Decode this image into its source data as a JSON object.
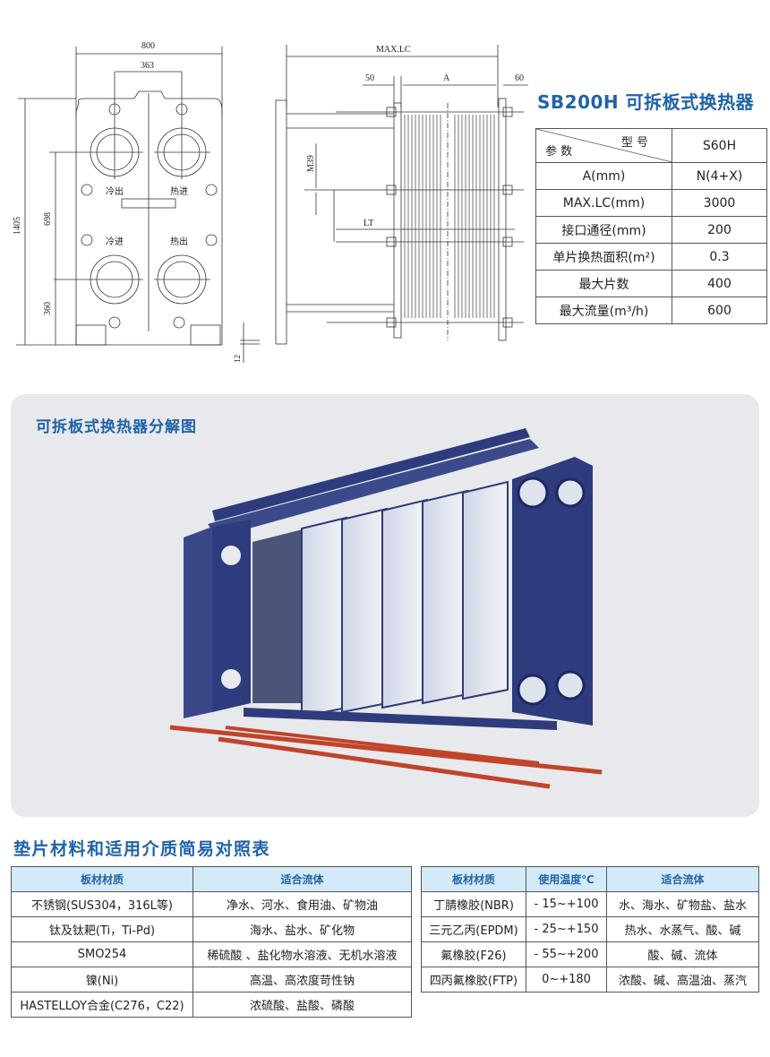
{
  "drawing_front": {
    "dim_width": "800",
    "dim_port_spacing": "363",
    "dim_height": "1405",
    "dim_port_vertical": "698",
    "dim_bottom": "360",
    "dim_foot": "12",
    "port_cold_out": "冷出",
    "port_hot_in": "热进",
    "port_cold_in": "冷进",
    "port_hot_out": "热出"
  },
  "drawing_side": {
    "dim_max_lc": "MAX.LC",
    "dim_50": "50",
    "dim_a": "A",
    "dim_60": "60",
    "dim_m39": "M39",
    "dim_lt": "LT"
  },
  "spec": {
    "title": "SB200H 可拆板式换热器",
    "header_model": "型 号",
    "header_param": "参 数",
    "model": "S60H",
    "rows": [
      {
        "param": "A(mm)",
        "value": "N(4+X)"
      },
      {
        "param": "MAX.LC(mm)",
        "value": "3000"
      },
      {
        "param": "接口通径(mm)",
        "value": "200"
      },
      {
        "param": "单片换热面积(m²)",
        "value": "0.3"
      },
      {
        "param": "最大片数",
        "value": "400"
      },
      {
        "param": "最大流量(m³/h)",
        "value": "600"
      }
    ]
  },
  "exploded": {
    "title": "可拆板式换热器分解图"
  },
  "materials": {
    "title": "垫片材料和适用介质简易对照表",
    "plate_table": {
      "headers": [
        "板材材质",
        "适合流体"
      ],
      "rows": [
        [
          "不锈钢(SUS304，316L等)",
          "净水、河水、食用油、矿物油"
        ],
        [
          "钛及钛耙(Ti，Ti-Pd)",
          "海水、盐水、矿化物"
        ],
        [
          "SMO254",
          "稀硫酸 、盐化物水溶液、无机水溶液"
        ],
        [
          "镍(Ni)",
          "高温、高浓度苛性钠"
        ],
        [
          "HASTELLOY合金(C276，C22)",
          "浓硫酸、盐酸、磷酸"
        ]
      ]
    },
    "gasket_table": {
      "headers": [
        "板材材质",
        "使用温度℃",
        "适合流体"
      ],
      "rows": [
        [
          "丁腈橡胶(NBR)",
          "- 15~+100",
          "水、海水、矿物盐、盐水"
        ],
        [
          "三元乙丙(EPDM)",
          "- 25~+150",
          "热水、水蒸气、酸、碱"
        ],
        [
          "氟橡胶(F26)",
          "- 55~+200",
          "酸、碱、流体"
        ],
        [
          "四丙氟橡胶(FTP)",
          "0~+180",
          "浓酸、碱、高温油、蒸汽"
        ]
      ]
    }
  },
  "colors": {
    "accent": "#1f63a8",
    "frame": "#2e3b7c",
    "header_bg": "#d3eaf8",
    "rod": "#c0442a"
  }
}
